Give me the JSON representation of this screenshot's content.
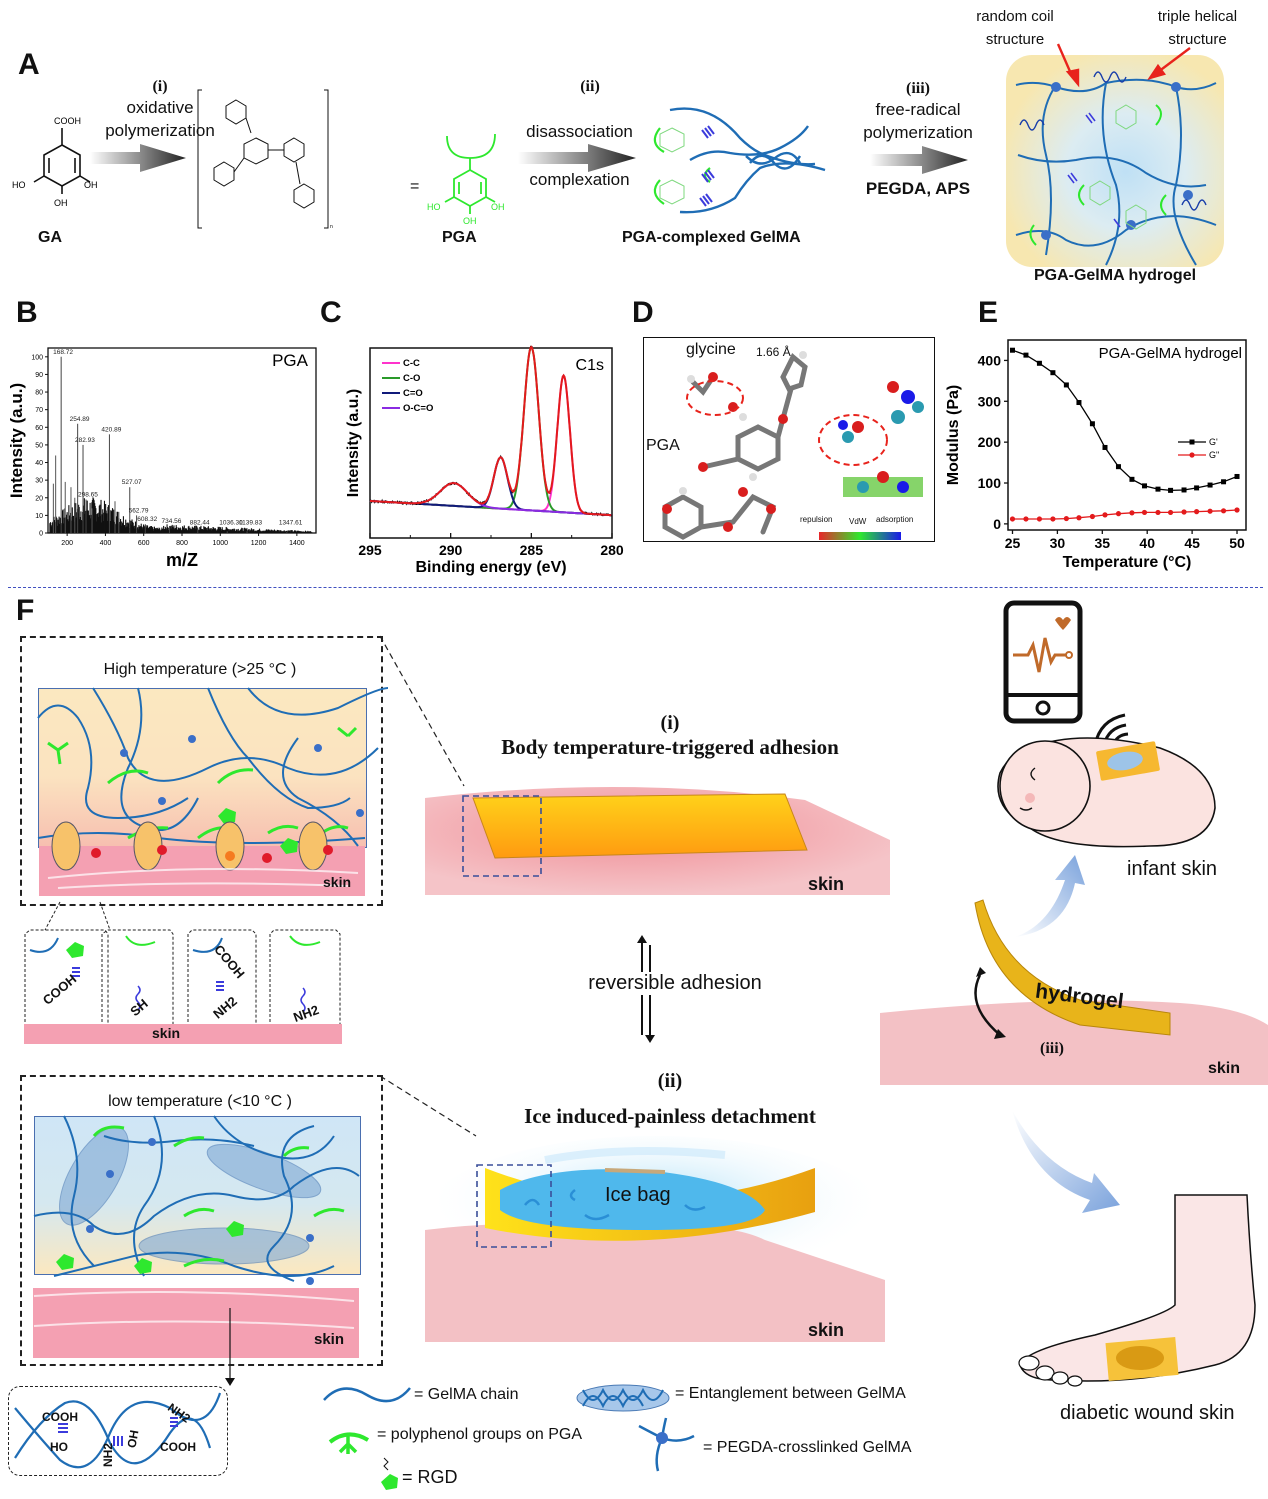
{
  "panel_labels": [
    "A",
    "B",
    "C",
    "D",
    "E",
    "F"
  ],
  "panelA": {
    "steps": [
      {
        "num": "(i)",
        "label_lines": [
          "oxidative",
          "polymerization"
        ]
      },
      {
        "num": "(ii)",
        "label_top": "disassociation",
        "label_bottom": "complexation"
      },
      {
        "num": "(iii)",
        "label_lines": [
          "free-radical",
          "polymerization"
        ],
        "reagents": "PEGDA, APS"
      }
    ],
    "ga": {
      "name": "GA",
      "groups": {
        "top": "COOH",
        "left": "HO",
        "right": "OH",
        "bottom": "OH"
      }
    },
    "equals": "=",
    "pga": {
      "name": "PGA",
      "groups": {
        "left": "HO",
        "right": "OH",
        "bottom": "OH"
      }
    },
    "complex_name": "PGA-complexed GelMA",
    "hydrogel_name": "PGA-GelMA hydrogel",
    "annotations": {
      "random_coil": [
        "random coil",
        "structure"
      ],
      "triple_helix": [
        "triple helical",
        "structure"
      ]
    },
    "colors": {
      "chain": "#1f6db5",
      "pga": "#2ecc40",
      "hbond": "#3b3bdc",
      "arrow_red": "#e8231c",
      "gel_bg": "#f7e7b0",
      "gel_center": "#bfe0f5"
    }
  },
  "chart_data": [
    {
      "id": "B",
      "type": "bar",
      "title": "PGA",
      "xlabel": "m/Z",
      "ylabel": "Intensity (a.u.)",
      "xlim": [
        100,
        1500
      ],
      "ylim": [
        0,
        105
      ],
      "xticks": [
        200,
        400,
        600,
        800,
        1000,
        1200,
        1400
      ],
      "yticks": [
        0,
        10,
        20,
        30,
        40,
        50,
        60,
        70,
        80,
        90,
        100
      ],
      "peaks": [
        {
          "mz": 168.72,
          "intensity": 100,
          "label": "168.72"
        },
        {
          "mz": 254.89,
          "intensity": 62,
          "label": "254.89"
        },
        {
          "mz": 282.93,
          "intensity": 50,
          "label": "282.93"
        },
        {
          "mz": 298.65,
          "intensity": 19,
          "label": "298.65"
        },
        {
          "mz": 420.89,
          "intensity": 56,
          "label": "420.89"
        },
        {
          "mz": 527.07,
          "intensity": 26,
          "label": "527.07"
        },
        {
          "mz": 562.79,
          "intensity": 10,
          "label": "562.79"
        },
        {
          "mz": 608.32,
          "intensity": 5,
          "label": "608.32"
        },
        {
          "mz": 734.56,
          "intensity": 4,
          "label": "734.56"
        },
        {
          "mz": 882.44,
          "intensity": 3,
          "label": "882.44"
        },
        {
          "mz": 1036.3,
          "intensity": 1,
          "label": "1036.30"
        },
        {
          "mz": 1139.83,
          "intensity": 1,
          "label": "1139.83"
        },
        {
          "mz": 1347.61,
          "intensity": 0.5,
          "label": "1347.61"
        }
      ],
      "unlabeled_peaks": [
        {
          "mz": 128,
          "intensity": 28
        },
        {
          "mz": 140,
          "intensity": 44
        },
        {
          "mz": 190,
          "intensity": 29
        },
        {
          "mz": 220,
          "intensity": 26
        },
        {
          "mz": 240,
          "intensity": 20
        },
        {
          "mz": 330,
          "intensity": 14
        },
        {
          "mz": 450,
          "intensity": 18
        },
        {
          "mz": 470,
          "intensity": 12
        }
      ]
    },
    {
      "id": "C",
      "type": "line",
      "title": "C1s",
      "xlabel": "Binding energy (eV)",
      "ylabel": "Intensity (a.u.)",
      "xlim": [
        295,
        280
      ],
      "xticks": [
        295,
        290,
        285,
        280
      ],
      "legend": "top-left",
      "series": [
        {
          "name": "C-C",
          "color": "#ff33cc",
          "center": 283.0,
          "height": 0.72,
          "width": 0.55
        },
        {
          "name": "C-O",
          "color": "#2a9a2a",
          "center": 285.0,
          "height": 0.86,
          "width": 0.65
        },
        {
          "name": "C=O",
          "color": "#101a7a",
          "center": 286.9,
          "height": 0.27,
          "width": 0.6
        },
        {
          "name": "O-C=O",
          "color": "#8a2be2",
          "center": 289.8,
          "height": 0.12,
          "width": 1.2
        }
      ],
      "envelope_color": "#e31a1c",
      "raw_color": "#000000"
    },
    {
      "id": "E",
      "type": "line",
      "title": "PGA-GelMA hydrogel",
      "xlabel": "Temperature (°C)",
      "ylabel": "Modulus (Pa)",
      "xlim": [
        24.5,
        51
      ],
      "ylim": [
        -15,
        450
      ],
      "xticks": [
        25,
        30,
        35,
        40,
        45,
        50
      ],
      "yticks": [
        0,
        100,
        200,
        300,
        400
      ],
      "legend": "right",
      "x": [
        25,
        26.5,
        28,
        29.5,
        31,
        32.4,
        33.9,
        35.3,
        36.8,
        38.3,
        39.7,
        41.2,
        42.6,
        44.1,
        45.5,
        47,
        48.5,
        50
      ],
      "series": [
        {
          "name": "G'",
          "color": "#000000",
          "marker": "square",
          "values": [
            425,
            413,
            393,
            370,
            340,
            297,
            245,
            187,
            140,
            109,
            93,
            85,
            82,
            83,
            88,
            95,
            103,
            116
          ]
        },
        {
          "name": "G\"",
          "color": "#e31a1c",
          "marker": "circle",
          "values": [
            12,
            12,
            12,
            12,
            13,
            15,
            18,
            22,
            25,
            27,
            28,
            28,
            28,
            29,
            30,
            31,
            32,
            34
          ]
        }
      ]
    }
  ],
  "panelD": {
    "labels": {
      "glycine": "glycine",
      "distance": "1.66 Å",
      "pga": "PGA"
    },
    "colorbar": {
      "left": "repulsion",
      "middle": "VdW",
      "right": "adsorption",
      "colors": [
        "#e8262a",
        "#2ee82e",
        "#1a1ae8"
      ]
    }
  },
  "panelF": {
    "high_temp_title": "High temperature (>25 °C )",
    "low_temp_title": "low temperature (<10 °C )",
    "skin": "skin",
    "zoom_groups": [
      {
        "top": "RGD",
        "bottom": "COOH"
      },
      {
        "top": "PGA",
        "bottom": "SH"
      },
      {
        "top": "GelMA",
        "bottom": "NH2",
        "mid": "COOH"
      },
      {
        "top": "PGA",
        "bottom": "NH2"
      }
    ],
    "step_i": {
      "num": "(i)",
      "title": "Body temperature-triggered adhesion"
    },
    "reversible": "reversible adhesion",
    "step_ii": {
      "num": "(ii)",
      "title": "Ice induced-painless detachment",
      "ice_bag": "Ice bag"
    },
    "step_iii": {
      "num": "(iii)",
      "hydrogel": "hydrogel"
    },
    "applications": {
      "infant": "infant skin",
      "diabetic": "diabetic wound skin"
    },
    "helix_groups": {
      "cooh": "COOH",
      "ho": "HO",
      "nh2": "NH2",
      "oh": "OH"
    },
    "legend": {
      "chain": "= GelMA chain",
      "polyphenol": "= polyphenol groups on PGA",
      "rgd": "=  RGD",
      "entanglement": "= Entanglement between GelMA",
      "crosslinked": "= PEGDA-crosslinked GelMA"
    },
    "colors": {
      "skin": "#f4a6b4",
      "skin_light": "#f3c5c9",
      "hydrogel": "#f5a623",
      "ice": "#4fb8ec",
      "high_bg": "#fbe8c0",
      "low_bg": "#cfe6f6"
    }
  }
}
